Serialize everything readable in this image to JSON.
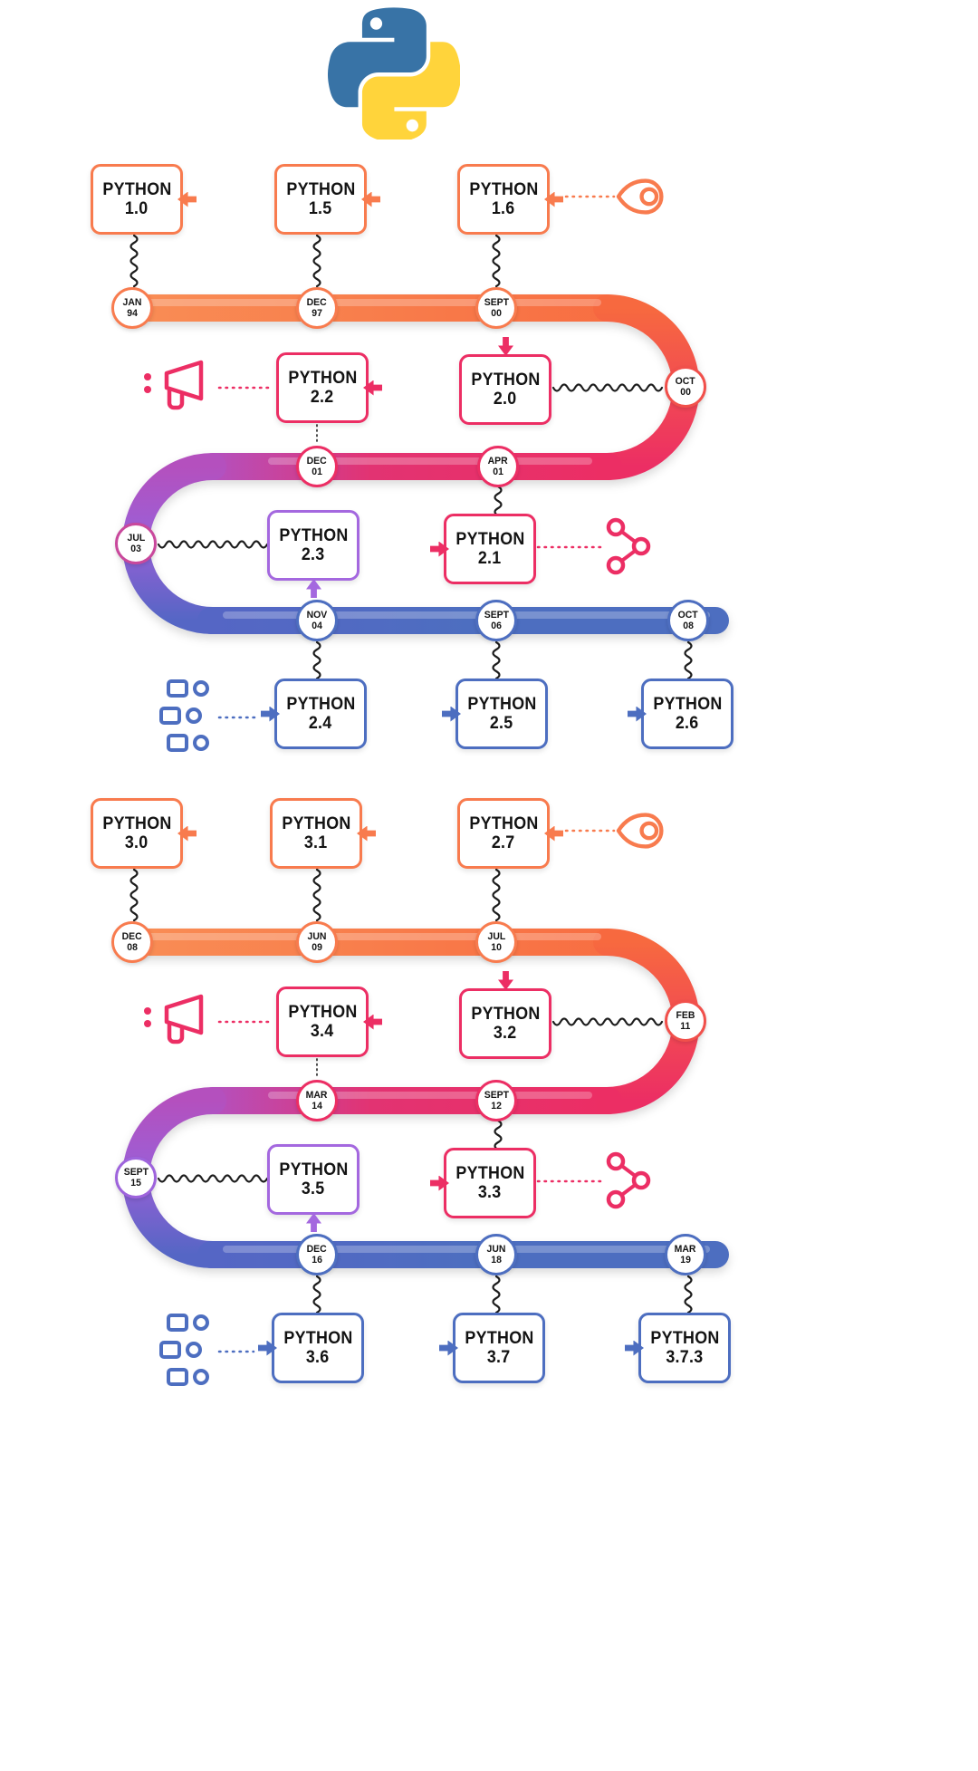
{
  "palette": {
    "orange": "#F87B4E",
    "pink": "#EC2E64",
    "purple": "#A468DF",
    "blue": "#4D6EC0",
    "logo_blue": "#3873A6",
    "logo_yellow": "#FFD43B",
    "text": "#131313"
  },
  "icons": {
    "logo": "python-logo",
    "pin": "location-pin-icon",
    "megaphone": "megaphone-icon",
    "share": "share-network-icon",
    "people": "team-icon"
  },
  "boxes": [
    {
      "title": "PYTHON",
      "version": "1.0"
    },
    {
      "title": "PYTHON",
      "version": "1.5"
    },
    {
      "title": "PYTHON",
      "version": "1.6"
    },
    {
      "title": "PYTHON",
      "version": "2.2"
    },
    {
      "title": "PYTHON",
      "version": "2.0"
    },
    {
      "title": "PYTHON",
      "version": "2.3"
    },
    {
      "title": "PYTHON",
      "version": "2.1"
    },
    {
      "title": "PYTHON",
      "version": "2.4"
    },
    {
      "title": "PYTHON",
      "version": "2.5"
    },
    {
      "title": "PYTHON",
      "version": "2.6"
    },
    {
      "title": "PYTHON",
      "version": "3.0"
    },
    {
      "title": "PYTHON",
      "version": "3.1"
    },
    {
      "title": "PYTHON",
      "version": "2.7"
    },
    {
      "title": "PYTHON",
      "version": "3.4"
    },
    {
      "title": "PYTHON",
      "version": "3.2"
    },
    {
      "title": "PYTHON",
      "version": "3.5"
    },
    {
      "title": "PYTHON",
      "version": "3.3"
    },
    {
      "title": "PYTHON",
      "version": "3.6"
    },
    {
      "title": "PYTHON",
      "version": "3.7"
    },
    {
      "title": "PYTHON",
      "version": "3.7.3"
    }
  ],
  "dates": [
    {
      "month": "JAN",
      "year": "94"
    },
    {
      "month": "DEC",
      "year": "97"
    },
    {
      "month": "SEPT",
      "year": "00"
    },
    {
      "month": "OCT",
      "year": "00"
    },
    {
      "month": "DEC",
      "year": "01"
    },
    {
      "month": "APR",
      "year": "01"
    },
    {
      "month": "JUL",
      "year": "03"
    },
    {
      "month": "NOV",
      "year": "04"
    },
    {
      "month": "SEPT",
      "year": "06"
    },
    {
      "month": "OCT",
      "year": "08"
    },
    {
      "month": "DEC",
      "year": "08"
    },
    {
      "month": "JUN",
      "year": "09"
    },
    {
      "month": "JUL",
      "year": "10"
    },
    {
      "month": "FEB",
      "year": "11"
    },
    {
      "month": "MAR",
      "year": "14"
    },
    {
      "month": "SEPT",
      "year": "12"
    },
    {
      "month": "SEPT",
      "year": "15"
    },
    {
      "month": "DEC",
      "year": "16"
    },
    {
      "month": "JUN",
      "year": "18"
    },
    {
      "month": "MAR",
      "year": "19"
    }
  ]
}
